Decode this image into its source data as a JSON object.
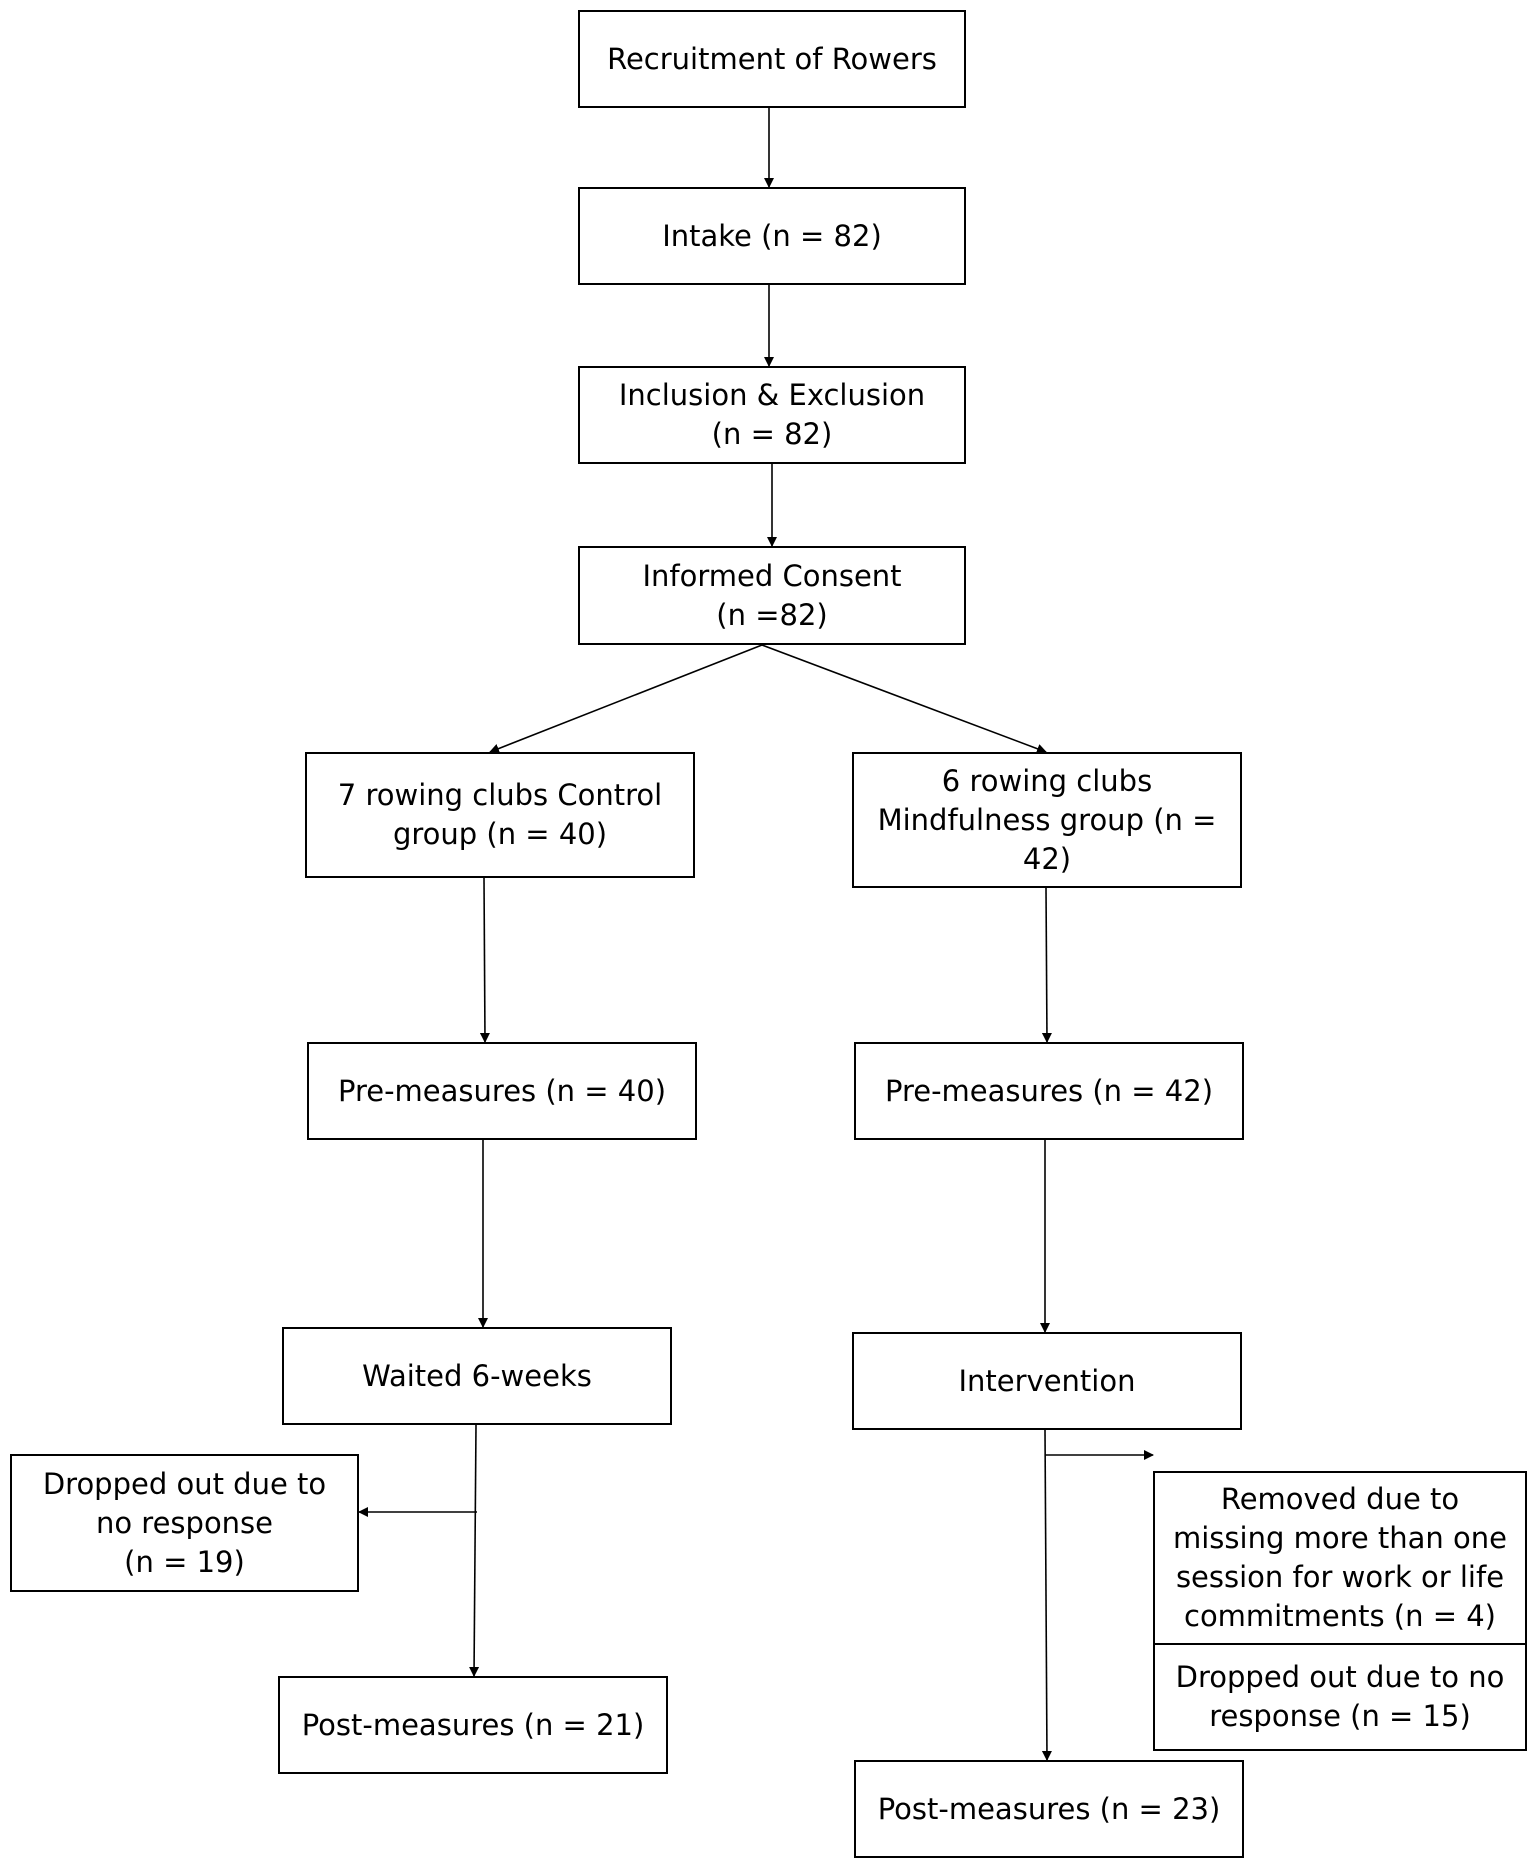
{
  "flowchart": {
    "recruitment": "Recruitment of Rowers",
    "intake": "Intake (n = 82)",
    "inclusion": {
      "line1": "Inclusion & Exclusion",
      "line2": "(n = 82)"
    },
    "consent": {
      "line1": "Informed Consent",
      "line2": "(n =82)"
    },
    "control_group": {
      "line1": "7 rowing clubs Control",
      "line2": "group (n = 40)"
    },
    "mindfulness_group": {
      "line1": "6 rowing clubs",
      "line2": "Mindfulness group (n =",
      "line3": "42)"
    },
    "control_pre": "Pre-measures (n = 40)",
    "mindfulness_pre": "Pre-measures (n = 42)",
    "control_wait": "Waited 6-weeks",
    "mindfulness_intervention": "Intervention",
    "control_dropout": {
      "line1": "Dropped out due to",
      "line2": "no response",
      "line3": "(n = 19)"
    },
    "mindfulness_removed": {
      "line1": "Removed due to",
      "line2": "missing more than one",
      "line3": "session for work or life",
      "line4": "commitments (n = 4)"
    },
    "mindfulness_dropout": {
      "line1": "Dropped out due to no",
      "line2": "response (n = 15)"
    },
    "control_post": "Post-measures (n = 21)",
    "mindfulness_post": "Post-measures (n = 23)"
  },
  "colors": {
    "line": "#000000",
    "box_border": "#000000",
    "background": "#ffffff"
  }
}
